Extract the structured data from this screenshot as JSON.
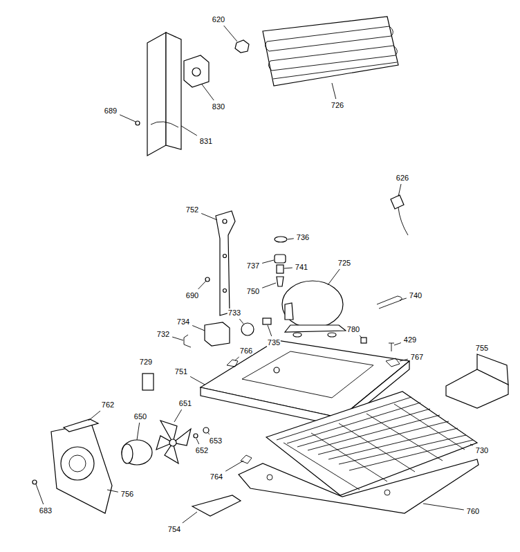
{
  "diagram": {
    "labels": [
      "620",
      "726",
      "689",
      "830",
      "831",
      "626",
      "752",
      "736",
      "737",
      "741",
      "725",
      "690",
      "750",
      "740",
      "733",
      "734",
      "735",
      "732",
      "780",
      "429",
      "755",
      "767",
      "766",
      "751",
      "729",
      "651",
      "762",
      "650",
      "653",
      "652",
      "730",
      "764",
      "756",
      "683",
      "760",
      "754"
    ]
  }
}
